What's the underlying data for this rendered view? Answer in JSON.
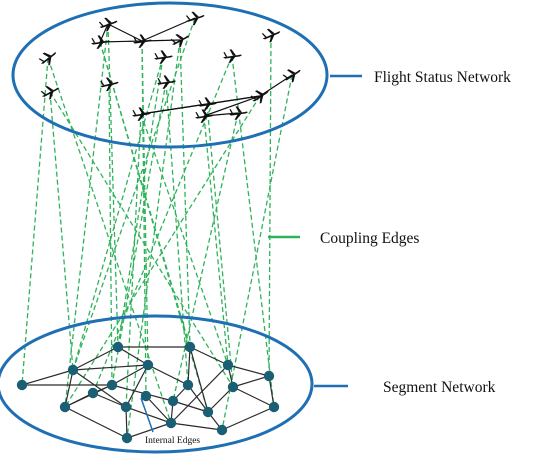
{
  "labels": {
    "flight_status_network": "Flight Status Network",
    "coupling_edges": "Coupling Edges",
    "segment_network": "Segment Network",
    "internal_edges": "Internal Edges"
  },
  "colors": {
    "ellipse_stroke": "#1f6fb4",
    "coupling_edge": "#2fb35a",
    "node_fill": "#1a5f73",
    "internal_edge": "#2b2b2b",
    "aircraft": "#111111"
  },
  "icons": {
    "aircraft": "airplane-icon",
    "segment_node": "segment-node"
  }
}
